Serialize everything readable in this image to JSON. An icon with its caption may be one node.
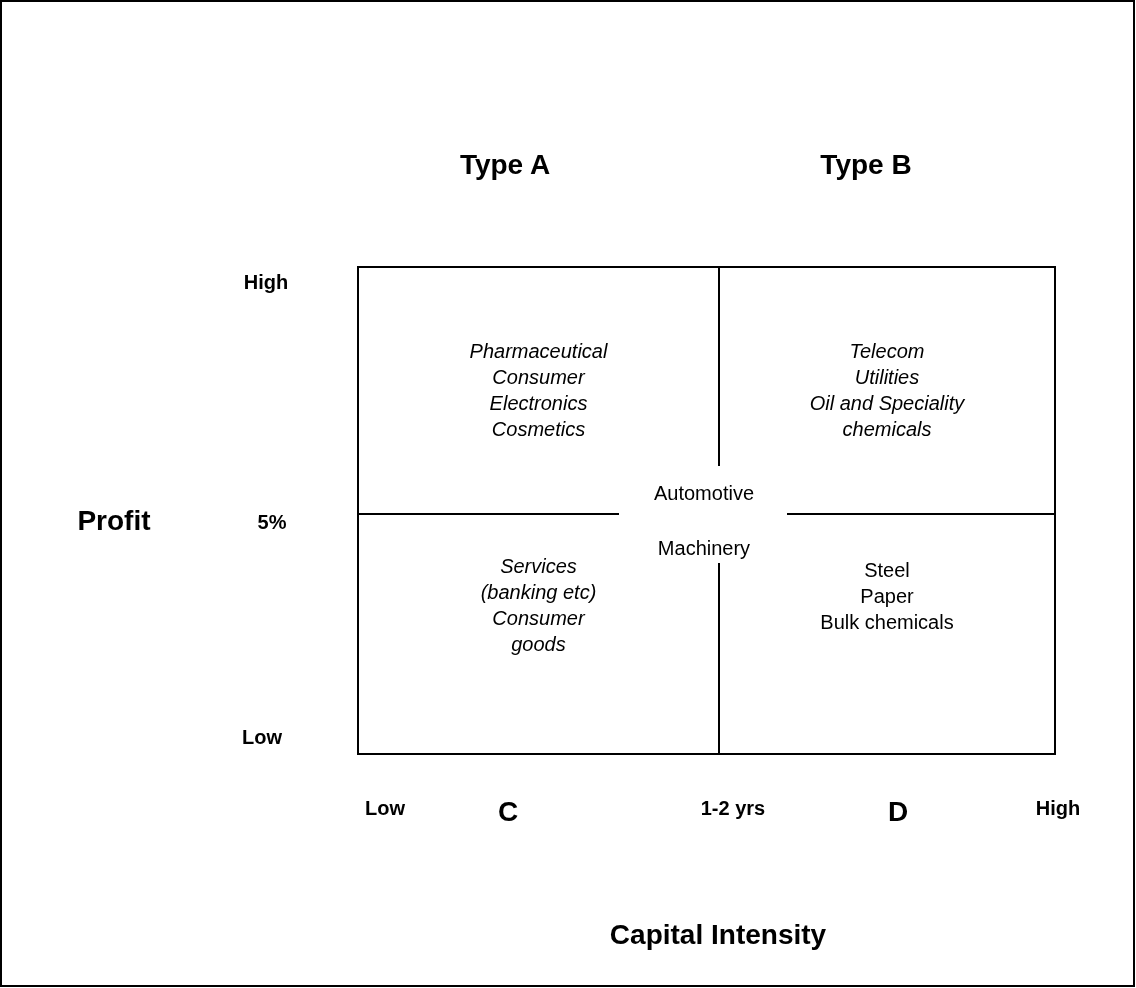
{
  "diagram": {
    "nodes": [
      {
        "text": [
          "Pharmaceutical",
          "Consumer Electronics",
          "Cosmetics"
        ]
      },
      {
        "text": [
          "Telecom",
          "Utilities",
          "Oil and Speciality chemicals"
        ]
      },
      {
        "text": [
          "Services (banking etc)",
          "Consumer goods"
        ]
      },
      {
        "text": [
          "Steel",
          "Paper",
          "Bulk chemicals"
        ]
      }
    ],
    "edges": [],
    "labels": [
      "Type A",
      "Type B",
      "High",
      "Automotive",
      "Profit",
      "5%",
      "Machinery",
      "Low",
      "Low",
      "C",
      "1-2 yrs",
      "D",
      "High",
      "Capital Intensity"
    ]
  }
}
